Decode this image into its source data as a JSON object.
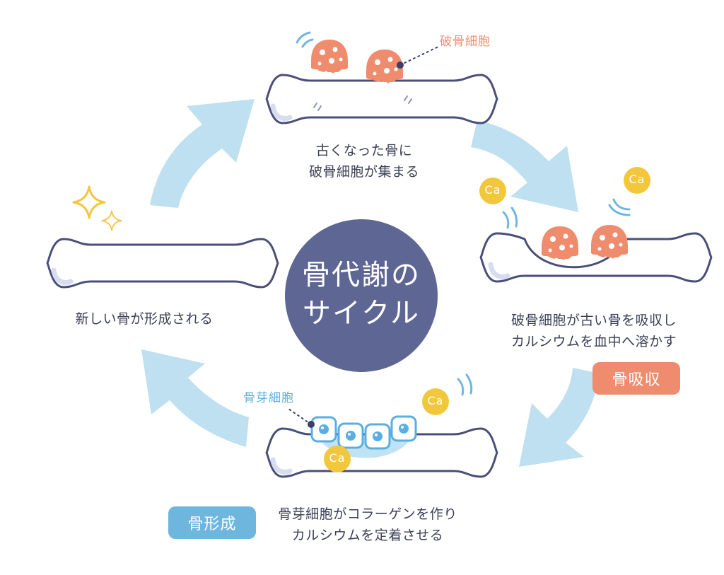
{
  "center_title": {
    "line1": "骨代謝の",
    "line2": "サイクル"
  },
  "stages": {
    "top": {
      "line1": "古くなった骨に",
      "line2": "破骨細胞が集まる"
    },
    "right": {
      "line1": "破骨細胞が古い骨を吸収し",
      "line2": "カルシウムを血中へ溶かす"
    },
    "bottom": {
      "line1": "骨芽細胞がコラーゲンを作り",
      "line2": "カルシウムを定着させる"
    },
    "left": {
      "line1": "新しい骨が形成される"
    }
  },
  "badges": {
    "resorption": "骨吸収",
    "formation": "骨形成"
  },
  "cell_labels": {
    "osteoclast": "破骨細胞",
    "osteoblast": "骨芽細胞"
  },
  "calcium_label": "Ca",
  "colors": {
    "arrow": "#bfe0f0",
    "bone_outline": "#4a4f7a",
    "center_circle": "#5e6694",
    "osteoclast": "#f08c6e",
    "osteoblast": "#5aaee0",
    "calcium": "#f3c73c",
    "resorption_badge": "#f08c6e",
    "formation_badge": "#6fb6de",
    "sparkle": "#f3c73c"
  },
  "icons": [
    "sparkle-icon",
    "motion-lines-icon",
    "calcium-ion-icon"
  ]
}
